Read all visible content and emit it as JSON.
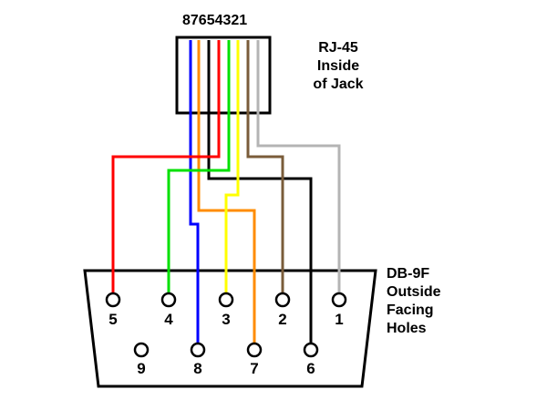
{
  "rj45": {
    "pin_numbers": "87654321",
    "label_lines": [
      "RJ-45",
      "Inside",
      "of Jack"
    ]
  },
  "db9": {
    "label_lines": [
      "DB-9F",
      "Outside",
      "Facing",
      "Holes"
    ],
    "pins": [
      "5",
      "4",
      "3",
      "2",
      "1",
      "9",
      "8",
      "7",
      "6"
    ]
  },
  "wires": [
    {
      "rj45_pin": 8,
      "db9_pin": "8",
      "color": "#0000ff"
    },
    {
      "rj45_pin": 7,
      "db9_pin": "7",
      "color": "#ff8c00"
    },
    {
      "rj45_pin": 6,
      "db9_pin": "6",
      "color": "#000000"
    },
    {
      "rj45_pin": 5,
      "db9_pin": "5",
      "color": "#ff0000"
    },
    {
      "rj45_pin": 4,
      "db9_pin": "4",
      "color": "#00e000"
    },
    {
      "rj45_pin": 3,
      "db9_pin": "3",
      "color": "#ffff00"
    },
    {
      "rj45_pin": 2,
      "db9_pin": "2",
      "color": "#7a5c3a"
    },
    {
      "rj45_pin": 1,
      "db9_pin": "1",
      "color": "#b4b4b4"
    }
  ]
}
